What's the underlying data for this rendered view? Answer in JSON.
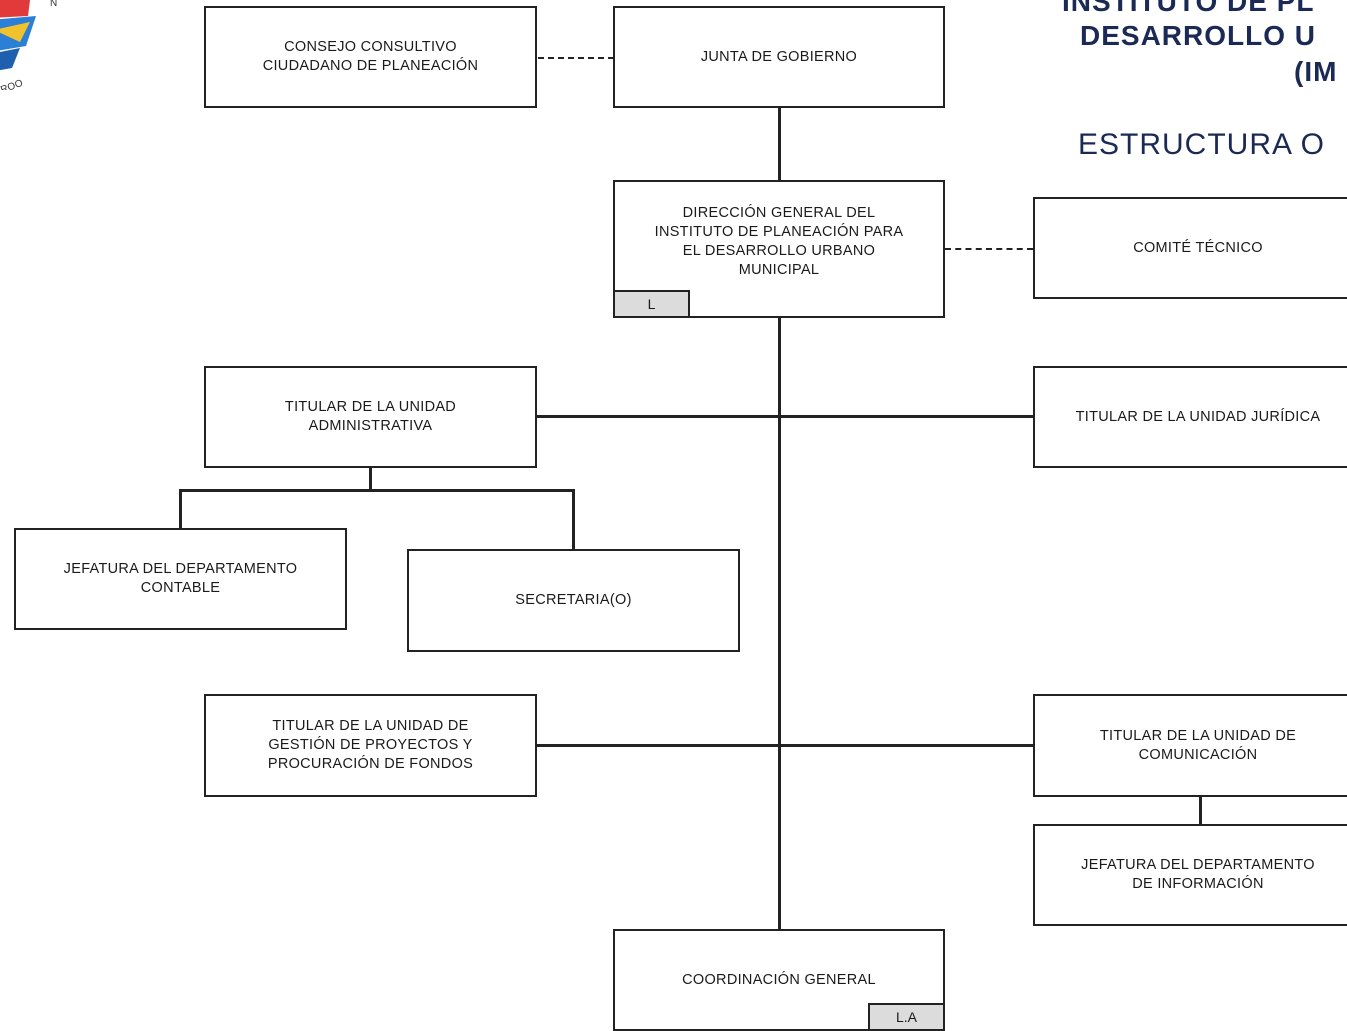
{
  "header": {
    "title_line1": "INSTITUTO DE PL",
    "title_line2": "DESARROLLO U",
    "title_line3": "(IM",
    "subtitle": "ESTRUCTURA O"
  },
  "logo": {
    "fragment_text": "ROO",
    "edge_letter": "N"
  },
  "boxes": {
    "consejo": "CONSEJO CONSULTIVO\nCIUDADANO DE PLANEACIÓN",
    "junta": "JUNTA DE GOBIERNO",
    "direccion": "DIRECCIÓN GENERAL DEL\nINSTITUTO DE PLANEACIÓN PARA\nEL DESARROLLO URBANO\nMUNICIPAL",
    "direccion_tag": "L",
    "comite": "COMITÉ TÉCNICO",
    "administrativa": "TITULAR DE LA UNIDAD\nADMINISTRATIVA",
    "juridica": "TITULAR DE LA UNIDAD JURÍDICA",
    "contable": "JEFATURA DEL DEPARTAMENTO\nCONTABLE",
    "secretaria": "SECRETARIA(O)",
    "gestion": "TITULAR DE LA UNIDAD DE\nGESTIÓN DE PROYECTOS Y\nPROCURACIÓN DE FONDOS",
    "comunicacion": "TITULAR DE LA UNIDAD DE\nCOMUNICACIÓN",
    "informacion": "JEFATURA DEL DEPARTAMENTO\nDE INFORMACIÓN",
    "coordinacion": "COORDINACIÓN GENERAL",
    "coordinacion_tag": "L.A"
  },
  "colors": {
    "title": "#1a2a55",
    "line": "#222222",
    "tag_fill": "#dcdcdc"
  }
}
